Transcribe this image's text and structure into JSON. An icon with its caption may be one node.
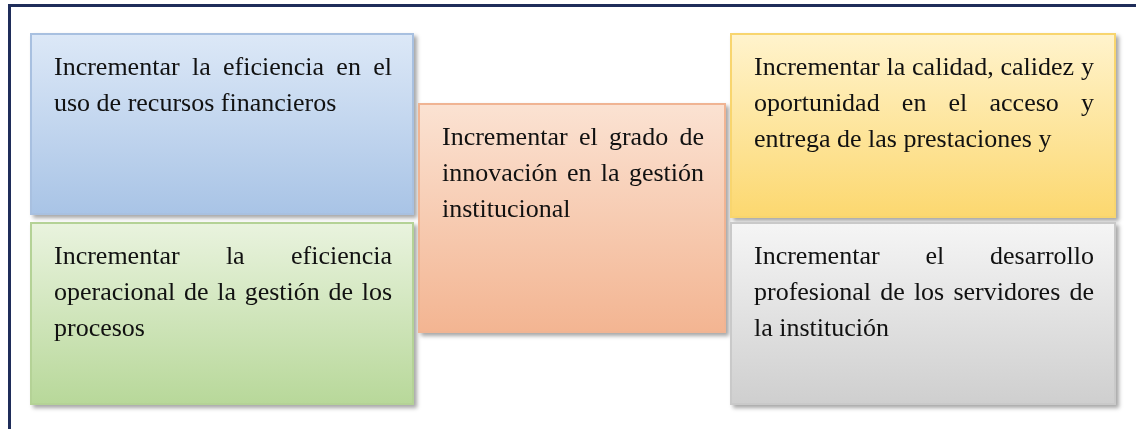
{
  "diagram": {
    "nodes": [
      {
        "text": [
          "Incrementar la eficiencia en el uso de recursos financieros"
        ]
      },
      {
        "text": [
          "Incrementar la eficiencia operacional de la gestión de los procesos"
        ]
      },
      {
        "text": [
          "Incrementar el grado de innovación en la gestión institucional"
        ]
      },
      {
        "text": [
          "Incrementar la calidad, calidez y oportunidad en el acceso y entrega de las prestaciones y"
        ]
      },
      {
        "text": [
          "Incrementar el desarrollo profesional de los servidores de la institución"
        ]
      }
    ]
  }
}
